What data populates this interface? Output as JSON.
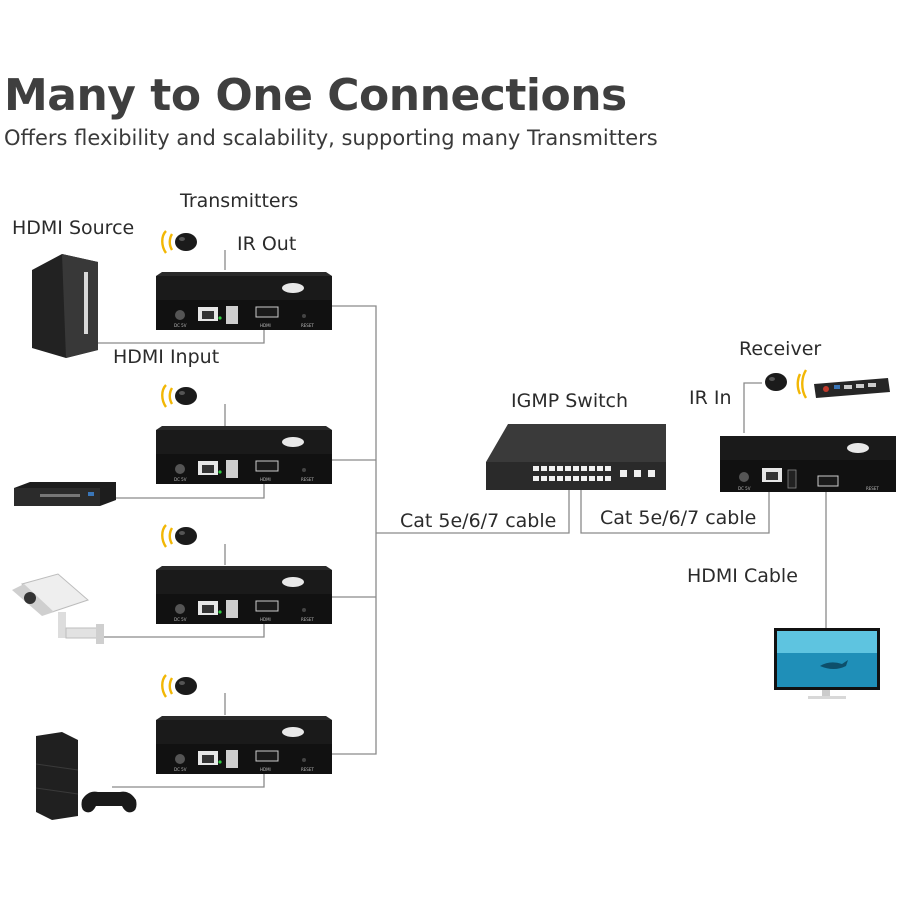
{
  "heading": {
    "title": "Many to One Connections",
    "subtitle": "Offers flexibility and scalability, supporting many Transmitters"
  },
  "labels": {
    "transmitters": "Transmitters",
    "hdmi_source": "HDMI Source",
    "ir_out": "IR Out",
    "hdmi_input": "HDMI Input",
    "igmp_switch": "IGMP Switch",
    "cat_cable_left": "Cat 5e/6/7 cable",
    "cat_cable_right": "Cat 5e/6/7 cable",
    "receiver": "Receiver",
    "ir_in": "IR In",
    "hdmi_cable": "HDMI Cable"
  },
  "colors": {
    "device_body": "#1c1c1c",
    "device_front": "#111111",
    "wire": "#8a8a8a",
    "ir_wave": "#f2b705",
    "tv_screen": "#1f8fb8"
  },
  "icons": {
    "ir_sensor": "ir-eye-icon",
    "remote": "remote-control-icon",
    "pc": "desktop-tower-icon",
    "dvd": "dvd-player-icon",
    "camera": "security-camera-icon",
    "console": "game-console-icon",
    "tv": "tv-monitor-icon",
    "switch": "network-switch-icon"
  }
}
